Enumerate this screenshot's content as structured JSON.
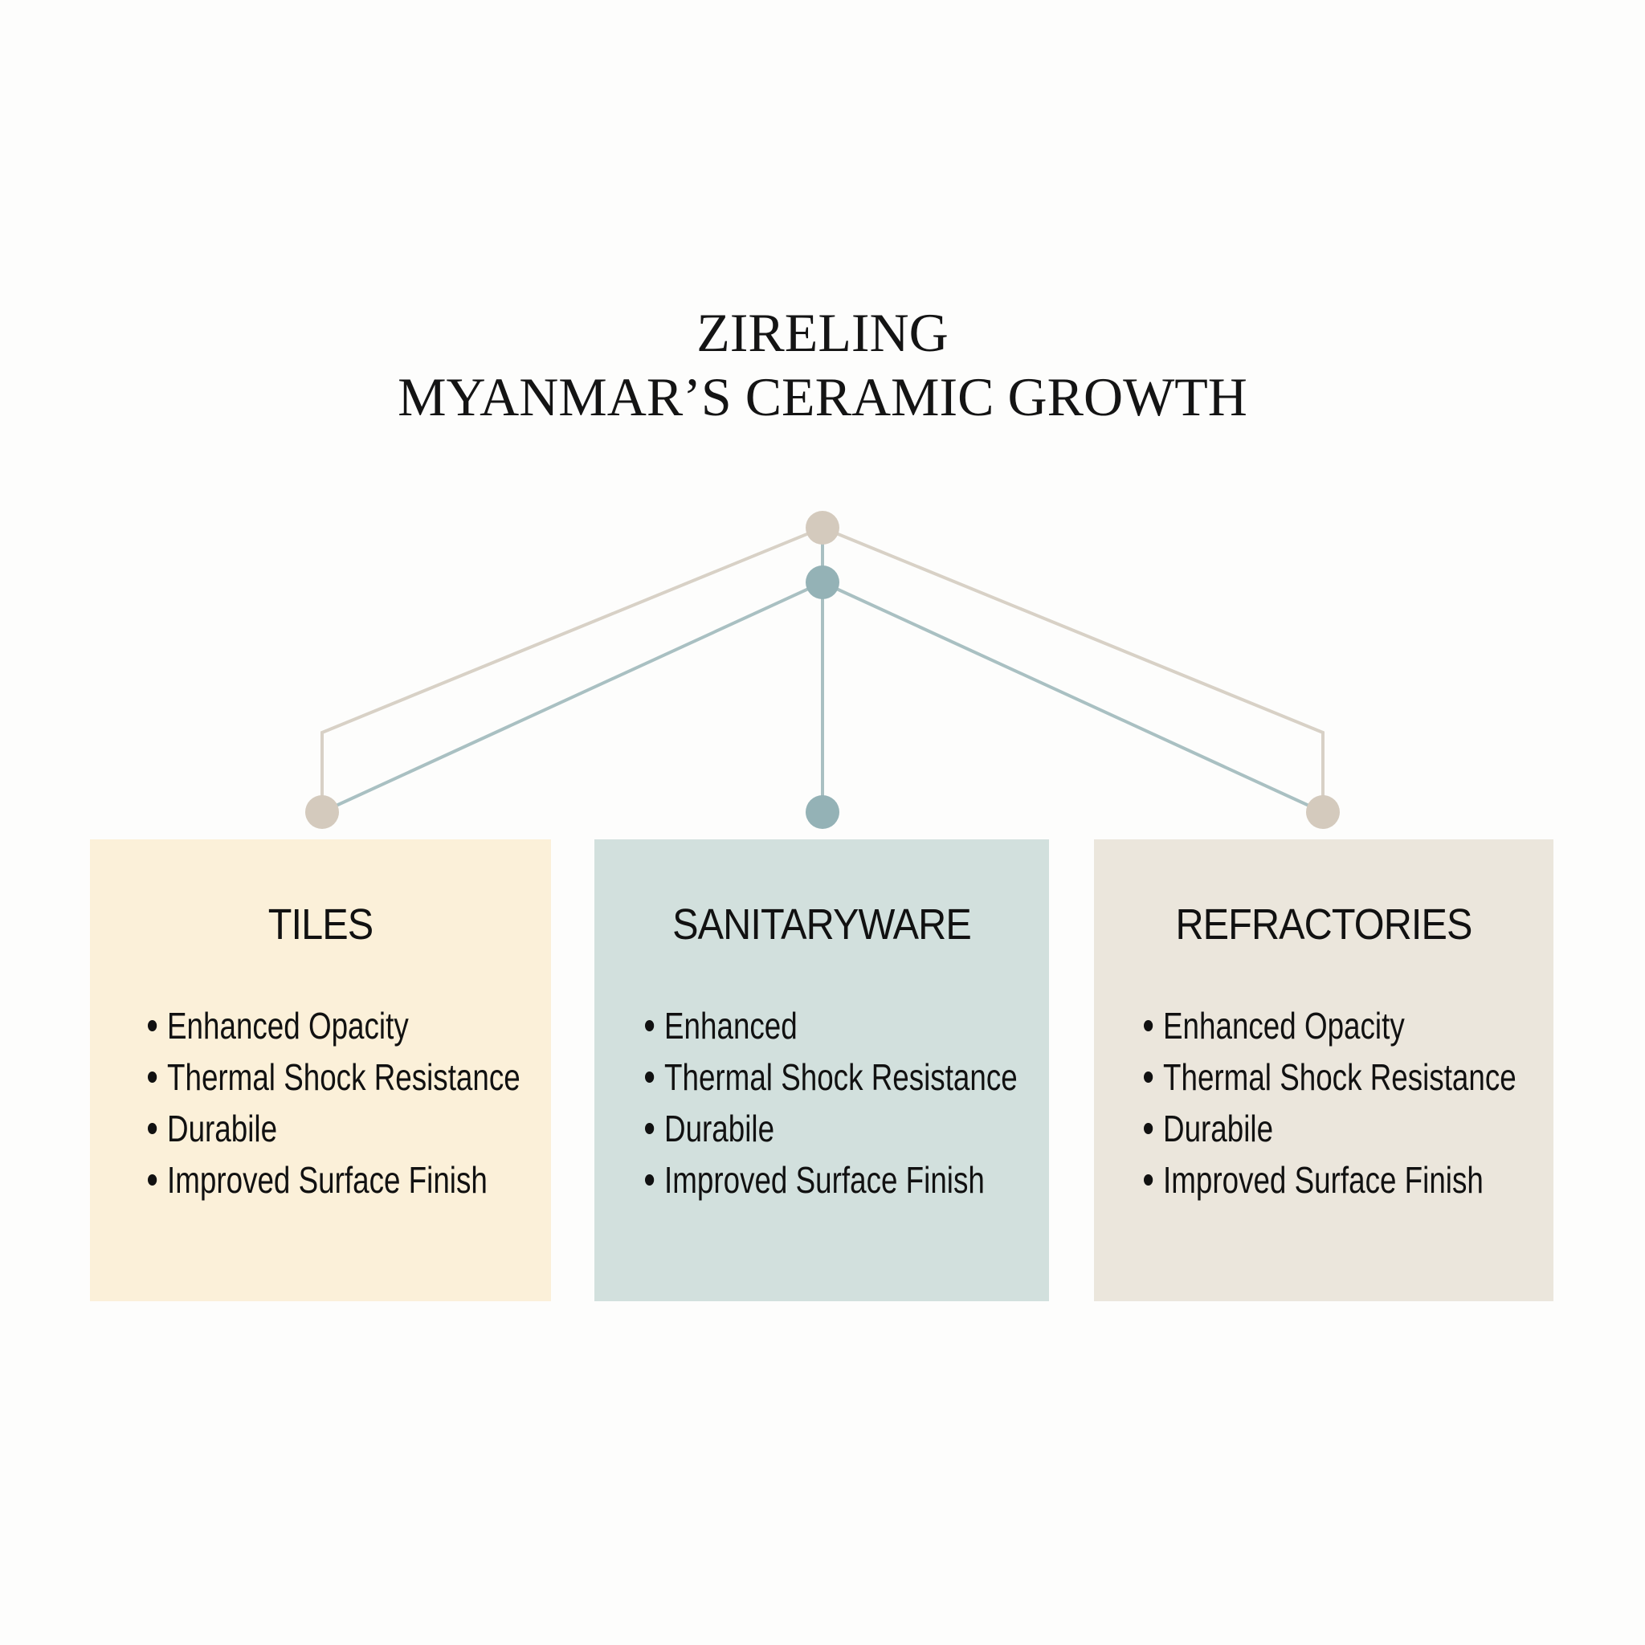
{
  "title": {
    "line1": "ZIRELING",
    "line2": "MYANMAR’S CERAMIC GROWTH"
  },
  "colors": {
    "tiles": "#fbf0d9",
    "sanitaryware": "#d2e0dd",
    "refractories": "#ebe6dc",
    "beige_line": "#d8d1c6",
    "teal_line": "#a9c0c2",
    "beige_node": "#d4cabd",
    "teal_node": "#94b2b6"
  },
  "categories": [
    {
      "name": "TILES",
      "items": [
        "Enhanced Opacity",
        "Thermal Shock Resistance",
        "Durabile",
        "Improved Surface Finish"
      ]
    },
    {
      "name": "SANITARYWARE",
      "items": [
        "Enhanced",
        "Thermal Shock Resistance",
        "Durabile",
        "Improved Surface Finish"
      ]
    },
    {
      "name": "REFRACTORIES",
      "items": [
        "Enhanced Opacity",
        "Thermal Shock Resistance",
        "Durabile",
        "Improved Surface Finish"
      ]
    }
  ]
}
